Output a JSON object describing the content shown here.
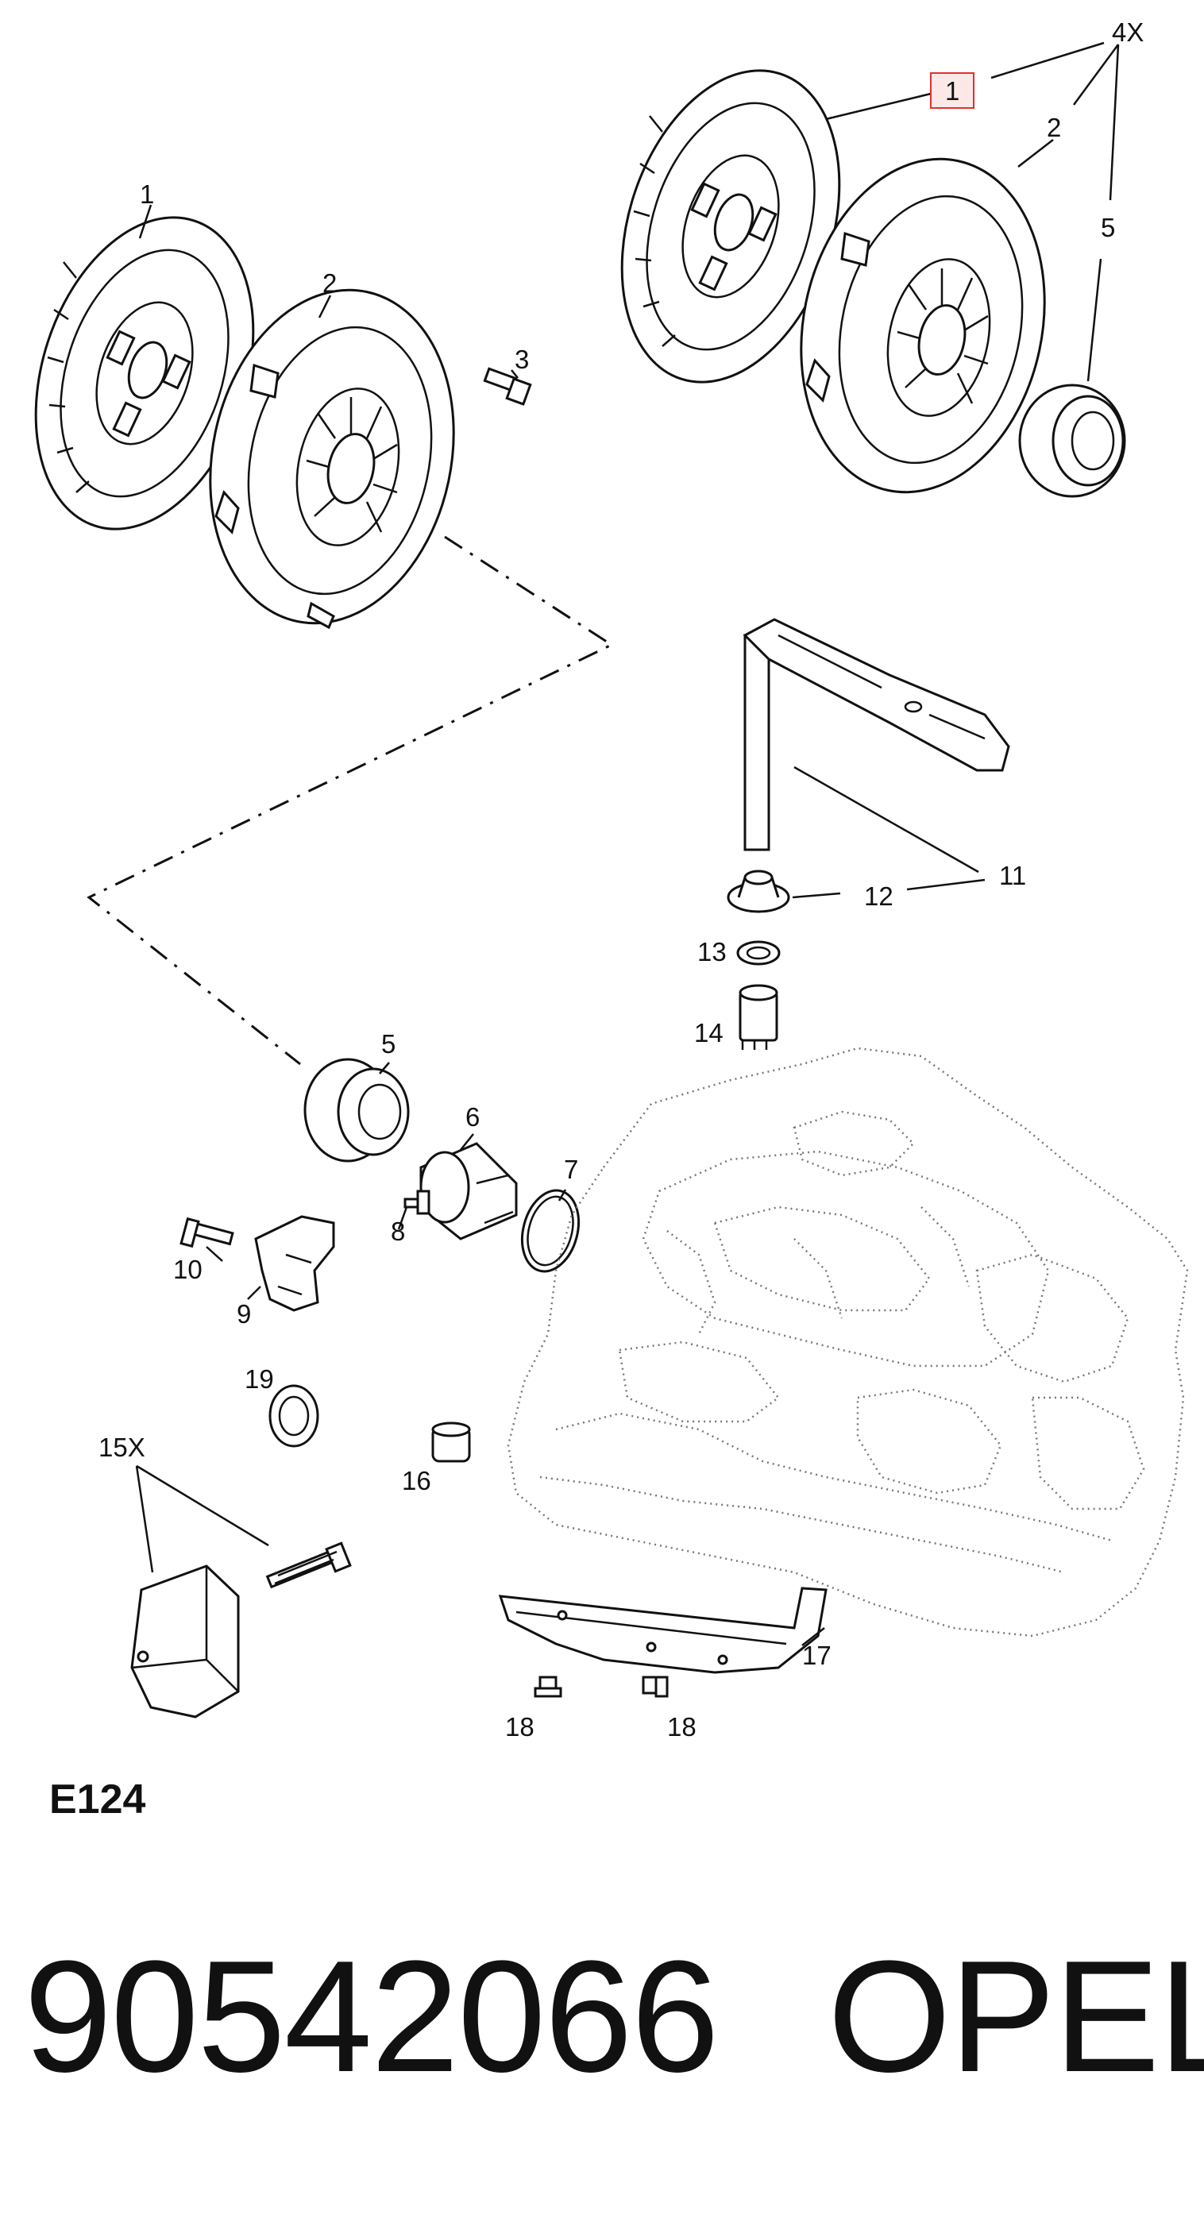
{
  "callouts": {
    "c1_left": "1",
    "c2_left": "2",
    "c3": "3",
    "c1_right": "1",
    "c2_right": "2",
    "c4x": "4X",
    "c5_top": "5",
    "c11": "11",
    "c12": "12",
    "c13": "13",
    "c14": "14",
    "c5_mid": "5",
    "c6": "6",
    "c7": "7",
    "c8": "8",
    "c9": "9",
    "c10": "10",
    "c19": "19",
    "c16": "16",
    "c15x": "15X",
    "c17": "17",
    "c18a": "18",
    "c18b": "18"
  },
  "diagram_code": "E124",
  "part_number": "90542066",
  "brand": "OPEL",
  "colors": {
    "line": "#111111",
    "highlight_fill": "#fde8e8",
    "highlight_border": "#e03030",
    "gearbox_dots": "#777777"
  }
}
